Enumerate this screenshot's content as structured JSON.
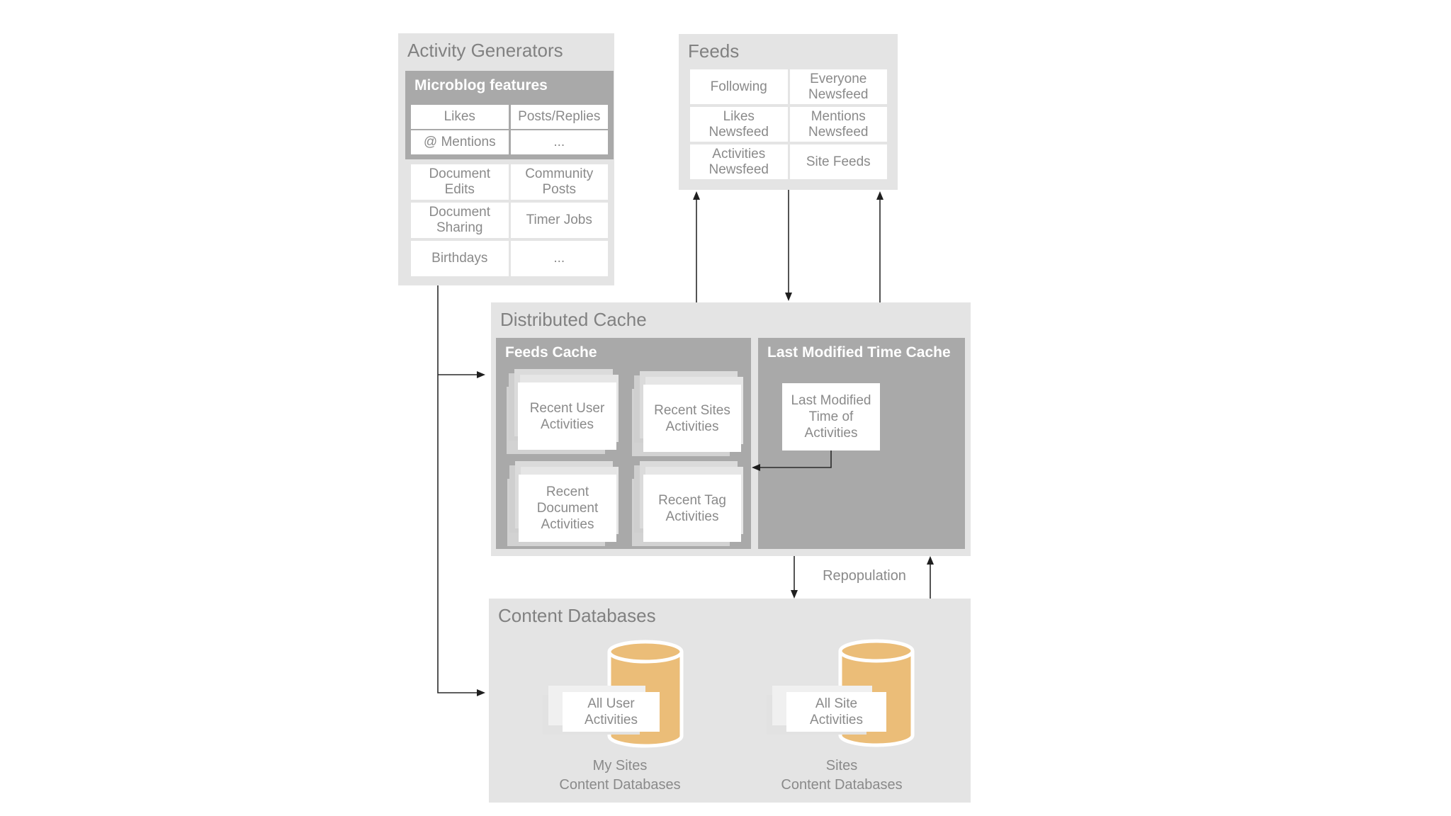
{
  "activity_generators": {
    "title": "Activity Generators",
    "microblog": {
      "title": "Microblog features",
      "cells": [
        "Likes",
        "Posts/Replies",
        "@ Mentions",
        "..."
      ]
    },
    "cells": [
      "Document Edits",
      "Community Posts",
      "Document Sharing",
      "Timer Jobs",
      "Birthdays",
      "..."
    ]
  },
  "feeds": {
    "title": "Feeds",
    "cells": [
      "Following",
      "Everyone Newsfeed",
      "Likes Newsfeed",
      "Mentions Newsfeed",
      "Activities Newsfeed",
      "Site Feeds"
    ]
  },
  "distributed_cache": {
    "title": "Distributed Cache",
    "feeds_cache": {
      "title": "Feeds Cache",
      "cards": [
        "Recent User Activities",
        "Recent Sites Activities",
        "Recent Document Activities",
        "Recent Tag Activities"
      ]
    },
    "last_modified_cache": {
      "title": "Last Modified Time Cache",
      "card": "Last Modified Time of Activities"
    }
  },
  "flows": {
    "repopulation_label": "Repopulation"
  },
  "content_databases": {
    "title": "Content Databases",
    "databases": [
      {
        "label": "All User Activities",
        "caption_line1": "My Sites",
        "caption_line2": "Content Databases"
      },
      {
        "label": "All Site Activities",
        "caption_line1": "Sites",
        "caption_line2": "Content Databases"
      }
    ]
  },
  "colors": {
    "outer_box_bg": "#e4e4e4",
    "inner_box_bg": "#a9a9a9",
    "card_bg": "#ffffff",
    "title_text": "#818181",
    "cell_text": "#8a8a8a",
    "header_text": "#ffffff",
    "database_fill": "#ebbd78",
    "arrow": "#1f1f1f"
  }
}
